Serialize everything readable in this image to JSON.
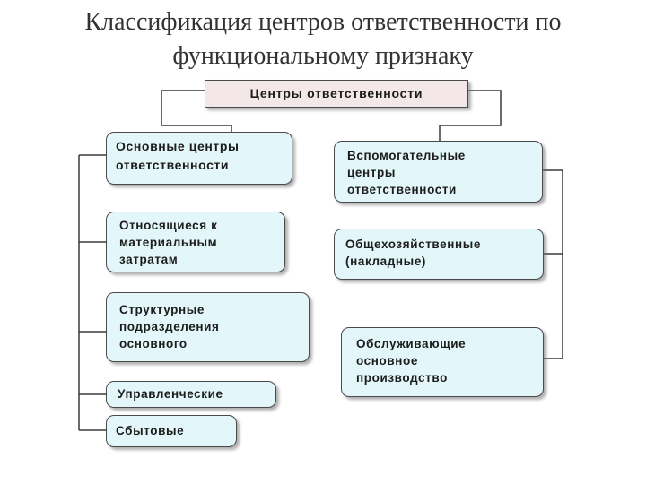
{
  "title": {
    "line1": "Классификация центров ответственности по",
    "line2": "функциональному признаку"
  },
  "root": {
    "label": "Центры ответственности"
  },
  "left_branch": {
    "head": "Основные центры\nответственности",
    "items": [
      "Относящиеся к\nматериальным\nзатратам",
      "Структурные\nподразделения\nосновного",
      "Управленческие",
      "Сбытовые"
    ]
  },
  "right_branch": {
    "head": "Вспомогательные\nцентры\nответственности",
    "items": [
      "Общехозяйственные\n(накладные)",
      "Обслуживающие\nосновное\nпроизводство"
    ]
  },
  "colors": {
    "box_fill": "#e3f6f9",
    "root_fill": "#f3e7e7",
    "border": "#4a4a4a",
    "line": "#3a3a3a"
  }
}
